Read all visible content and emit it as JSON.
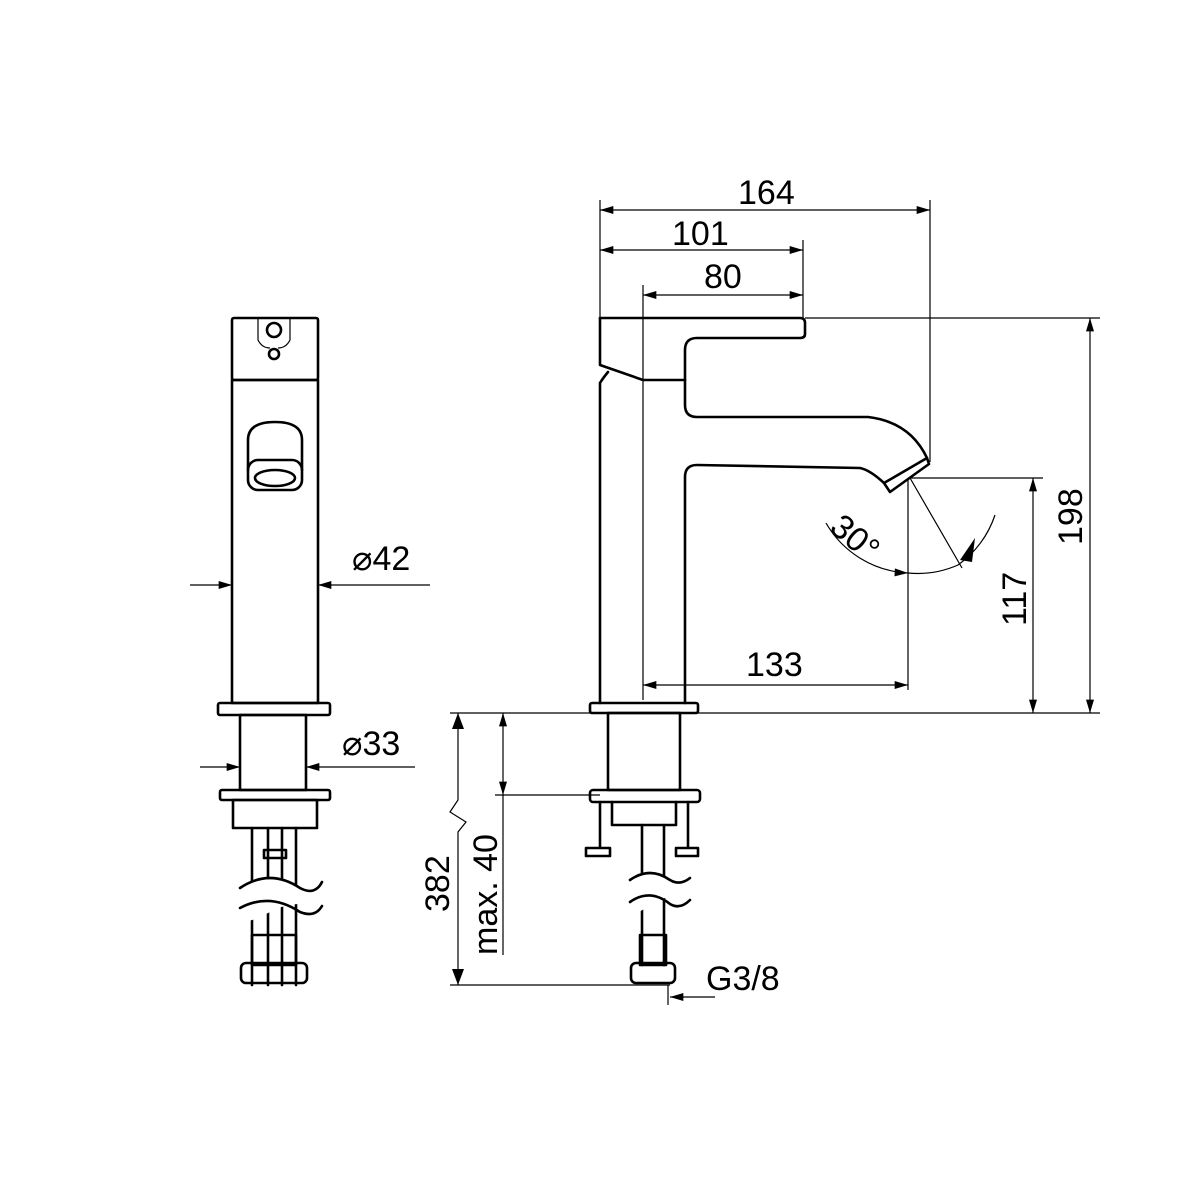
{
  "dimensions": {
    "total_length": "164",
    "lever_length": "101",
    "axis_to_lever_end": "80",
    "total_height": "198",
    "spout_height": "117",
    "spout_reach": "133",
    "spout_angle": "30°",
    "body_diameter": "⌀42",
    "shank_diameter": "⌀33",
    "total_with_hoses": "382",
    "max_deck_thickness": "max. 40",
    "thread": "G3/8"
  },
  "colors": {
    "line": "#000000",
    "background": "#ffffff"
  }
}
